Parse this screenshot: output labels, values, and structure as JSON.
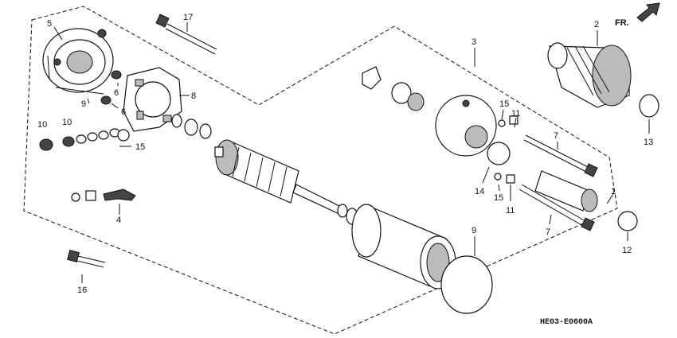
{
  "direction_label": "FR.",
  "drawing_code": "HE03-E0600A",
  "callouts": {
    "c1": "1",
    "c2": "2",
    "c3": "3",
    "c4": "4",
    "c5": "5",
    "c6a": "6",
    "c6b": "6",
    "c7a": "7",
    "c7b": "7",
    "c8": "8",
    "c9a": "9",
    "c9b": "9",
    "c10a": "10",
    "c10b": "10",
    "c11a": "11",
    "c11b": "11",
    "c12": "12",
    "c13": "13",
    "c14": "14",
    "c15a": "15",
    "c15b": "15",
    "c15c": "15",
    "c16": "16",
    "c17": "17"
  }
}
